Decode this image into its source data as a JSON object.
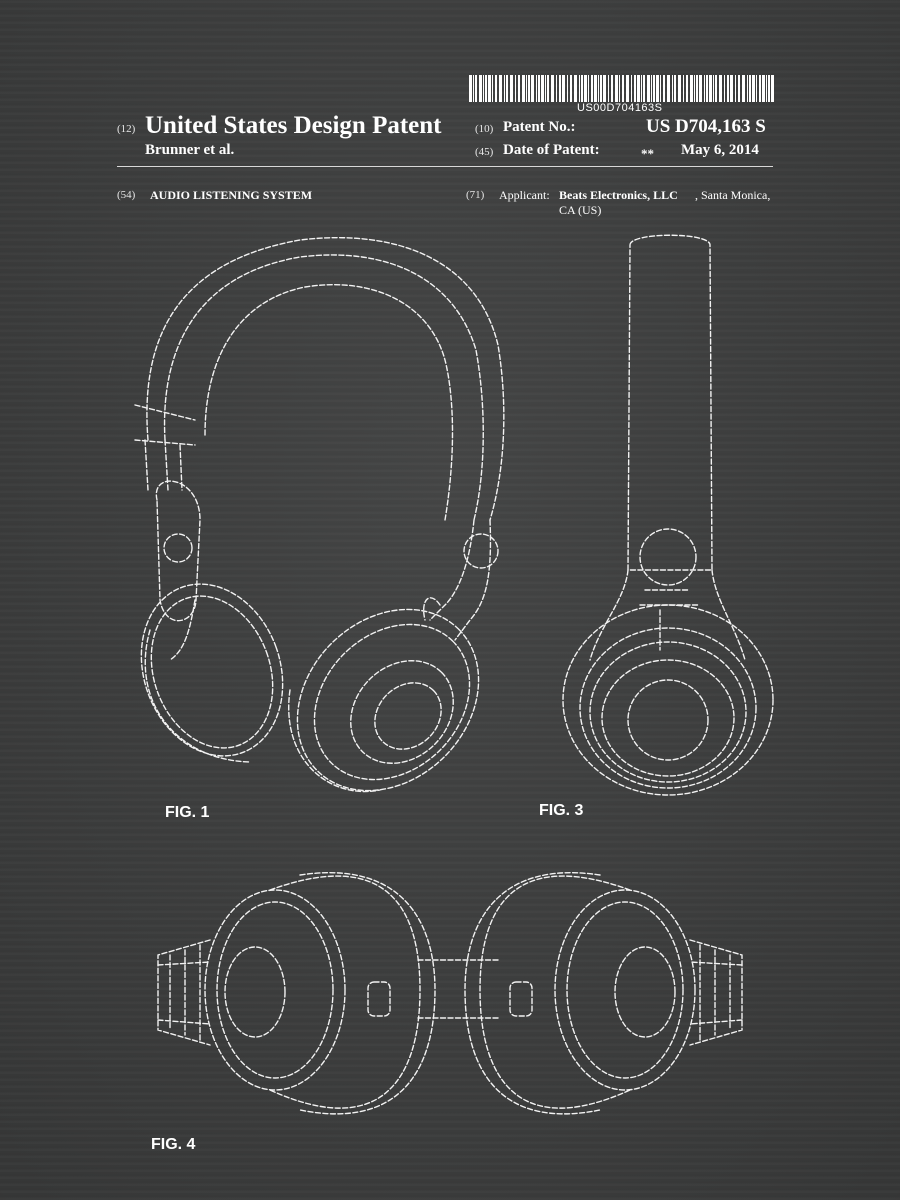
{
  "barcode": {
    "number": "US00D704163S"
  },
  "header": {
    "code_12": "(12)",
    "title": "United States Design Patent",
    "inventor": "Brunner et al.",
    "code_10": "(10)",
    "patent_no_label": "Patent No.:",
    "patent_no": "US D704,163 S",
    "code_45": "(45)",
    "date_label": "Date of Patent:",
    "stars": "**",
    "date": "May 6, 2014"
  },
  "details": {
    "code_54": "(54)",
    "invention_title": "AUDIO LISTENING SYSTEM",
    "code_71": "(71)",
    "applicant_label": "Applicant:",
    "applicant_name": "Beats Electronics, LLC",
    "applicant_city": ", Santa Monica,",
    "applicant_state": "CA (US)"
  },
  "figures": {
    "fig1": "FIG. 1",
    "fig3": "FIG. 3",
    "fig4": "FIG. 4"
  },
  "colors": {
    "background": "#3d3e3e",
    "ink": "#f2f2f2"
  }
}
